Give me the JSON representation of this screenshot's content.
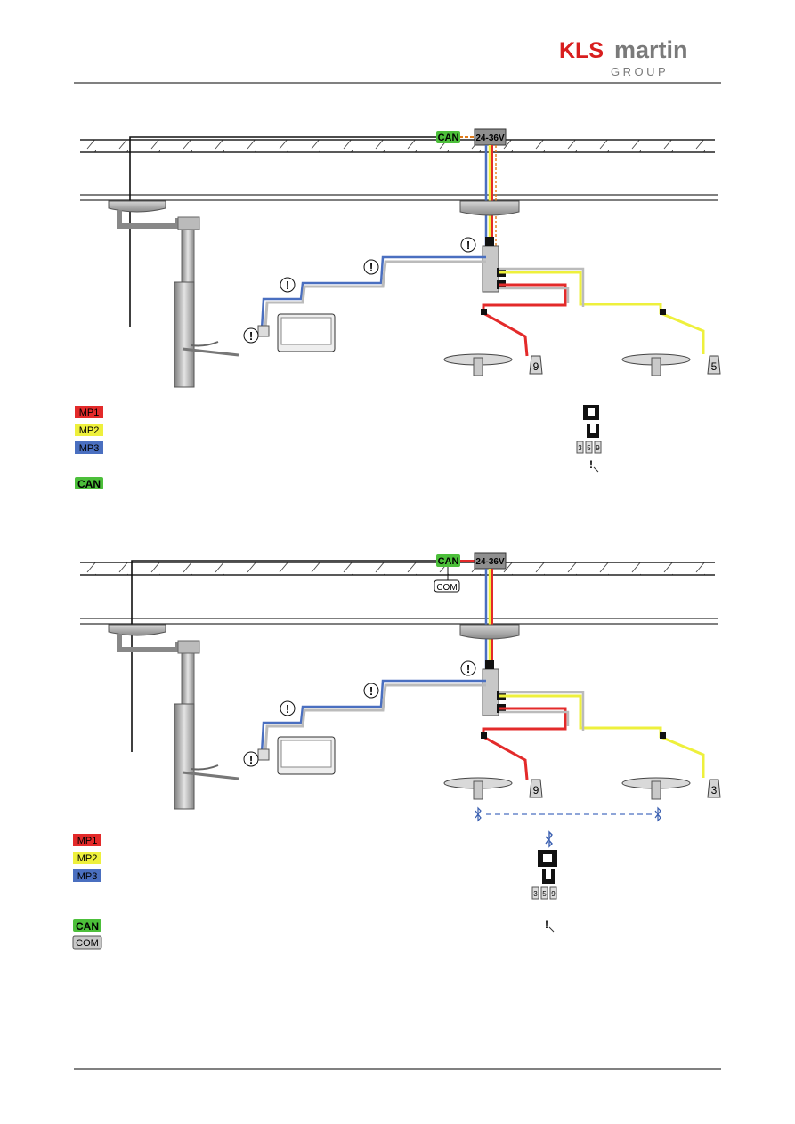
{
  "header": {
    "logo_kls": "KLS",
    "logo_martin": "martin",
    "logo_group": "GROUP"
  },
  "colors": {
    "mp1": "#e32a2a",
    "mp2": "#eef03c",
    "mp3": "#4a6fc0",
    "can": "#4cbf3a",
    "com": "#c8c8c8",
    "logo_red": "#d81e1e",
    "logo_gray": "#7a7a7a"
  },
  "diagram1": {
    "can_tag": "CAN",
    "power_tag": "24-36V",
    "light_labels": [
      "9",
      "5"
    ]
  },
  "diagram2": {
    "can_tag": "CAN",
    "power_tag": "24-36V",
    "com_tag": "COM",
    "light_labels": [
      "9",
      "3"
    ]
  },
  "legend1": {
    "mp1": "MP1",
    "mp2": "MP2",
    "mp3": "MP3",
    "can": "CAN",
    "icons": [
      "connector-c-icon",
      "connector-u-icon",
      "battery-icons",
      "warning-icon"
    ],
    "battery_digits": [
      "3",
      "5",
      "9"
    ]
  },
  "legend2": {
    "mp1": "MP1",
    "mp2": "MP2",
    "mp3": "MP3",
    "can": "CAN",
    "com": "COM",
    "icons": [
      "bluetooth-icon",
      "connector-c-icon",
      "connector-u-icon",
      "battery-icons",
      "warning-icon"
    ],
    "battery_digits": [
      "3",
      "5",
      "9"
    ]
  }
}
